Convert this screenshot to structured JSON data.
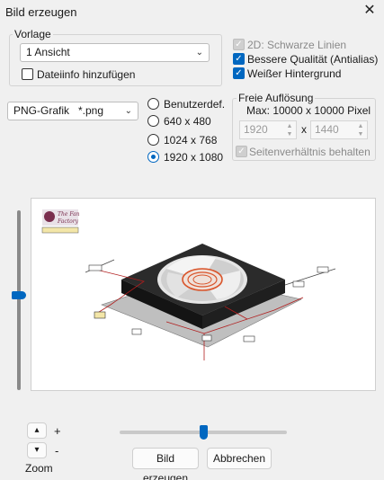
{
  "window": {
    "title": "Bild erzeugen",
    "close_glyph": "✕"
  },
  "template": {
    "label": "Vorlage",
    "selected": "1 Ansicht",
    "add_file_info_label": "Dateiinfo hinzufügen",
    "add_file_info_checked": false
  },
  "options": {
    "black_lines_label": "2D: Schwarze Linien",
    "black_lines_checked": true,
    "black_lines_enabled": false,
    "antialias_label": "Bessere Qualität (Antialias)",
    "antialias_checked": true,
    "white_bg_label": "Weißer Hintergrund",
    "white_bg_checked": true
  },
  "format": {
    "selected": "PNG-Grafik   *.png"
  },
  "resolution": {
    "options": [
      "Benutzerdef.",
      "640 x 480",
      "1024 x 768",
      "1920 x 1080"
    ],
    "selected_index": 3
  },
  "free_res": {
    "label": "Freie Auflösung",
    "max_text": "Max: 10000 x 10000 Pixel",
    "width": "1920",
    "times": "x",
    "height": "1440",
    "keep_ratio_label": "Seitenverhältnis behalten",
    "keep_ratio_checked": true
  },
  "preview": {
    "logo_line1": "The Fan",
    "logo_line2": "Factory"
  },
  "zoom": {
    "label": "Zoom",
    "plus": "+",
    "minus": "-",
    "up_glyph": "▴",
    "down_glyph": "▾",
    "level": 0.5
  },
  "buttons": {
    "create": "Bild erzeugen",
    "cancel": "Abbrechen"
  },
  "colors": {
    "accent": "#0067c0",
    "fan_ring": "#d9542a",
    "dim_line": "#b11d1d"
  }
}
